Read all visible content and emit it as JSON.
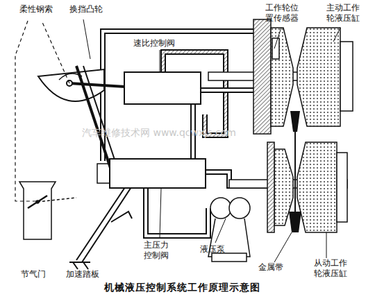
{
  "diagram": {
    "caption": "机械液压控制系统工作原理示意图",
    "nodes": [
      {
        "text": [
          "速比控制阀"
        ]
      },
      {
        "text": [
          "主压力 控制阀"
        ]
      }
    ],
    "edges": [
      {
        "from": 1,
        "to": 0,
        "arrow": "none"
      }
    ],
    "labels": [
      "柔性钢索",
      "换挡凸轮",
      "工作轮位 置传感器",
      "主动工作 轮液压缸",
      "汽车维修技术网 www.qcwxjs.com",
      "节气门",
      "加速踏板",
      "液压泵",
      "金属带",
      "从动工作 轮液压缸"
    ]
  }
}
